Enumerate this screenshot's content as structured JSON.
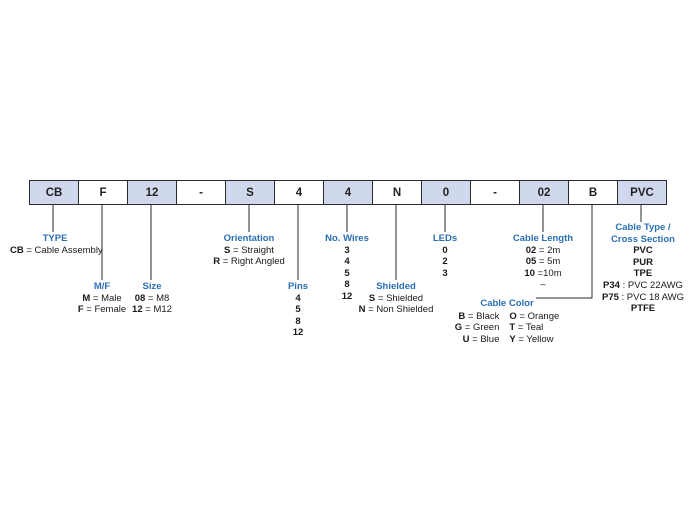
{
  "code_cells": [
    {
      "text": "CB",
      "filled": true
    },
    {
      "text": "F",
      "filled": false
    },
    {
      "text": "12",
      "filled": true
    },
    {
      "text": "-",
      "filled": false
    },
    {
      "text": "S",
      "filled": true
    },
    {
      "text": "4",
      "filled": false
    },
    {
      "text": "4",
      "filled": true
    },
    {
      "text": "N",
      "filled": false
    },
    {
      "text": "0",
      "filled": true
    },
    {
      "text": "-",
      "filled": false
    },
    {
      "text": "02",
      "filled": true
    },
    {
      "text": "B",
      "filled": false
    },
    {
      "text": "PVC",
      "filled": true
    }
  ],
  "type": {
    "title": "TYPE",
    "code": "CB",
    "desc": " = Cable Assembly"
  },
  "mf": {
    "title": "M/F",
    "options": [
      {
        "code": "M",
        "desc": " = Male"
      },
      {
        "code": "F",
        "desc": " = Female"
      }
    ]
  },
  "size": {
    "title": "Size",
    "options": [
      {
        "code": "08",
        "desc": " = M8"
      },
      {
        "code": "12",
        "desc": " = M12"
      }
    ]
  },
  "orientation": {
    "title": "Orientation",
    "options": [
      {
        "code": "S",
        "desc": " = Straight"
      },
      {
        "code": "R",
        "desc": " = Right Angled"
      }
    ]
  },
  "pins": {
    "title": "Pins",
    "values": [
      "4",
      "5",
      "8",
      "12"
    ]
  },
  "wires": {
    "title": "No. Wires",
    "values": [
      "3",
      "4",
      "5",
      "8",
      "12"
    ]
  },
  "shielded": {
    "title": "Shielded",
    "options": [
      {
        "code": "S",
        "desc": " = Shielded"
      },
      {
        "code": "N",
        "desc": " = Non Shielded"
      }
    ]
  },
  "leds": {
    "title": "LEDs",
    "values": [
      "0",
      "2",
      "3"
    ]
  },
  "length": {
    "title": "Cable Length",
    "options": [
      {
        "code": "02",
        "desc": " = 2m"
      },
      {
        "code": "05",
        "desc": " = 5m"
      },
      {
        "code": "10",
        "desc": " =10m"
      }
    ],
    "extra": "–"
  },
  "color": {
    "title": "Cable Color",
    "left": [
      {
        "code": "B",
        "desc": " = Black"
      },
      {
        "code": "G",
        "desc": " = Green"
      },
      {
        "code": "U",
        "desc": " = Blue"
      }
    ],
    "right": [
      {
        "code": "O",
        "desc": " = Orange"
      },
      {
        "code": "T",
        "desc": " = Teal"
      },
      {
        "code": "Y",
        "desc": " = Yellow"
      }
    ]
  },
  "cable_type": {
    "title_line1": "Cable Type /",
    "title_line2": "Cross Section",
    "plain": [
      "PVC",
      "PUR",
      "TPE"
    ],
    "options": [
      {
        "code": "P34",
        "desc": " : PVC 22AWG"
      },
      {
        "code": "P75",
        "desc": " : PVC 18 AWG"
      }
    ],
    "last": "PTFE"
  },
  "colors": {
    "cell_fill": "#cfd8ec",
    "title_blue": "#2a6fb5",
    "line": "#2b2b2b"
  }
}
